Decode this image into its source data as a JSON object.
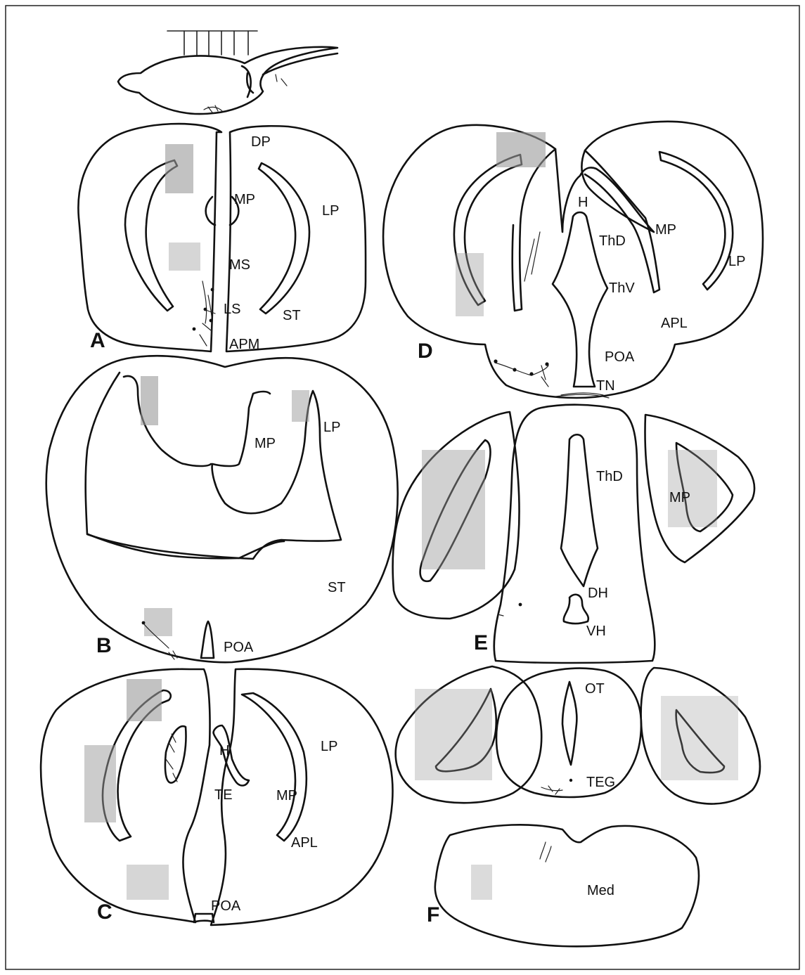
{
  "figure": {
    "panels": [
      {
        "id": "A",
        "letter": "A",
        "labels": {
          "dp": "DP",
          "mp": "MP",
          "lp": "LP",
          "ms": "MS",
          "ls": "LS",
          "st": "ST",
          "apm": "APM"
        }
      },
      {
        "id": "B",
        "letter": "B",
        "labels": {
          "mp": "MP",
          "lp": "LP",
          "st": "ST",
          "poa": "POA"
        }
      },
      {
        "id": "C",
        "letter": "C",
        "labels": {
          "h": "H",
          "te": "TE",
          "mp": "MP",
          "lp": "LP",
          "apl": "APL",
          "poa": "POA"
        }
      },
      {
        "id": "D",
        "letter": "D",
        "labels": {
          "h": "H",
          "thd": "ThD",
          "thv": "ThV",
          "mp": "MP",
          "lp": "LP",
          "apl": "APL",
          "poa": "POA",
          "tn": "TN"
        }
      },
      {
        "id": "E",
        "letter": "E",
        "labels": {
          "thd": "ThD",
          "mp": "MP",
          "dh": "DH",
          "vh": "VH"
        }
      },
      {
        "id": "F",
        "letter": "F",
        "labels": {
          "ot": "OT",
          "teg": "TEG",
          "med": "Med"
        }
      }
    ]
  }
}
